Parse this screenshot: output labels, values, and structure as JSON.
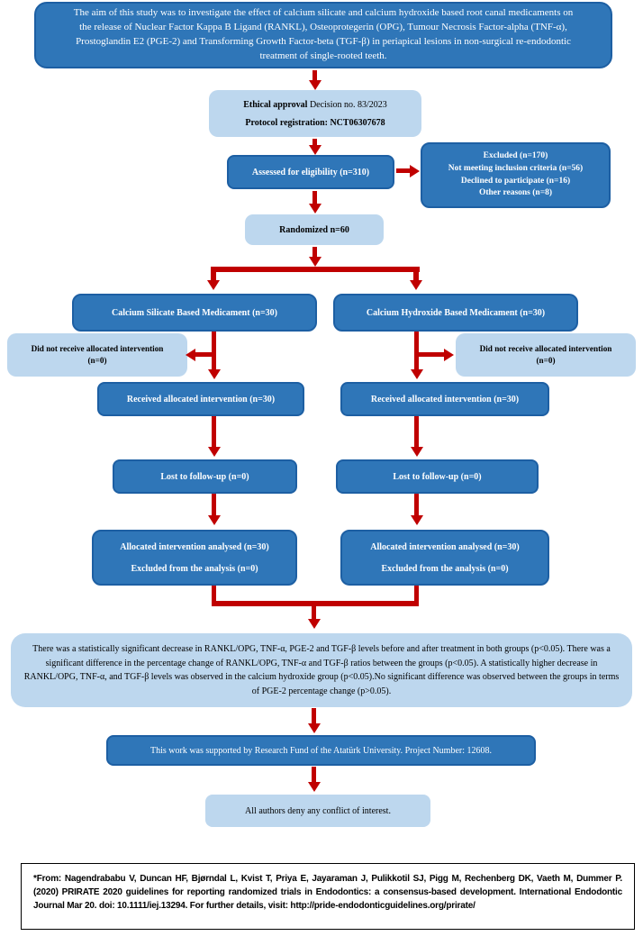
{
  "palette": {
    "dark_blue_fill": "#2F76B8",
    "dark_blue_border": "#1D5FA3",
    "light_blue_fill": "#BDD7EE",
    "arrow_red": "#C00000",
    "text_on_dark": "#FFFFFF",
    "text_on_light": "#000000",
    "footer_border": "#000000"
  },
  "boxes": {
    "aim": "The aim of this study was to investigate the effect of calcium silicate and calcium hydroxide based root canal medicaments on the release of Nuclear Factor Kappa B Ligand (RANKL), Osteoprotegerin (OPG), Tumour Necrosis Factor-alpha (TNF-α), Prostoglandin E2 (PGE-2) and Transforming Growth Factor-beta (TGF-β) in periapical lesions in non-surgical re-endodontic treatment of single-rooted teeth.",
    "ethical": {
      "bold": "Ethical approval",
      "rest": "Decision no. 83/2023",
      "line2": "Protocol registration: NCT06307678"
    },
    "assessed": "Assessed for eligibility (n=310)",
    "excluded": {
      "lines": [
        "Excluded (n=170)",
        "Not meeting inclusion criteria (n=56)",
        "Declined to participate (n=16)",
        "Other reasons (n=8)"
      ]
    },
    "randomized": "Randomized n=60",
    "arm_silicate": "Calcium Silicate Based Medicament (n=30)",
    "arm_hydroxide": "Calcium Hydroxide Based Medicament (n=30)",
    "did_not_receive": {
      "line1": "Did not receive allocated intervention",
      "line2": "(n=0)"
    },
    "received": "Received allocated intervention (n=30)",
    "lost": "Lost to follow-up (n=0)",
    "analysed": {
      "line1": "Allocated intervention analysed (n=30)",
      "line2": "Excluded from the analysis (n=0)"
    },
    "results": "There was a statistically significant decrease in RANKL/OPG, TNF-α, PGE-2 and TGF-β levels before and after treatment in both groups (p<0.05). There was a significant difference in the percentage change of RANKL/OPG, TNF-α and TGF-β ratios between the groups (p<0.05). A statistically higher decrease in RANKL/OPG, TNF-α, and TGF-β levels was observed in the calcium hydroxide group (p<0.05).No significant difference was observed between the groups in terms of PGE-2 percentage change (p>0.05).",
    "funding": "This work was supported by Research Fund of the Atatürk University. Project Number: 12608.",
    "conflict": "All authors deny any conflict of interest.",
    "footer": "*From: Nagendrababu V, Duncan HF, Bjørndal L, Kvist T, Priya E, Jayaraman J, Pulikkotil SJ, Pigg M, Rechenberg DK, Vaeth M, Dummer P. (2020) PRIRATE 2020 guidelines for reporting randomized trials in Endodontics: a consensus-based development. International Endodontic Journal Mar 20. doi: 10.1111/iej.13294. For further details, visit: http://pride-endodonticguidelines.org/prirate/"
  }
}
